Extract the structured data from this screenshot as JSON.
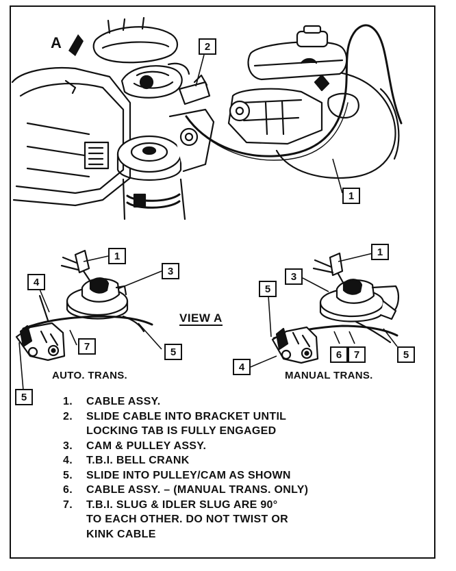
{
  "view_label": "VIEW A",
  "arrow_label": "A",
  "auto_trans_label": "AUTO. TRANS.",
  "manual_trans_label": "MANUAL TRANS.",
  "callouts": {
    "top_1": "1",
    "top_2": "2",
    "auto_1": "1",
    "auto_3": "3",
    "auto_4": "4",
    "auto_5a": "5",
    "auto_7": "7",
    "auto_5b": "5",
    "man_1": "1",
    "man_3": "3",
    "man_5a": "5",
    "man_4": "4",
    "man_6": "6",
    "man_7": "7",
    "man_5b": "5"
  },
  "legend": [
    {
      "num": "1.",
      "text": "CABLE ASSY."
    },
    {
      "num": "2.",
      "text": "SLIDE CABLE INTO BRACKET UNTIL\nLOCKING TAB IS FULLY ENGAGED"
    },
    {
      "num": "3.",
      "text": "CAM & PULLEY ASSY."
    },
    {
      "num": "4.",
      "text": "T.B.I. BELL CRANK"
    },
    {
      "num": "5.",
      "text": "SLIDE INTO PULLEY/CAM AS SHOWN"
    },
    {
      "num": "6.",
      "text": "CABLE ASSY. – (MANUAL TRANS. ONLY)"
    },
    {
      "num": "7.",
      "text": "T.B.I. SLUG & IDLER SLUG ARE 90°\nTO EACH OTHER. DO NOT TWIST OR\nKINK CABLE"
    }
  ]
}
